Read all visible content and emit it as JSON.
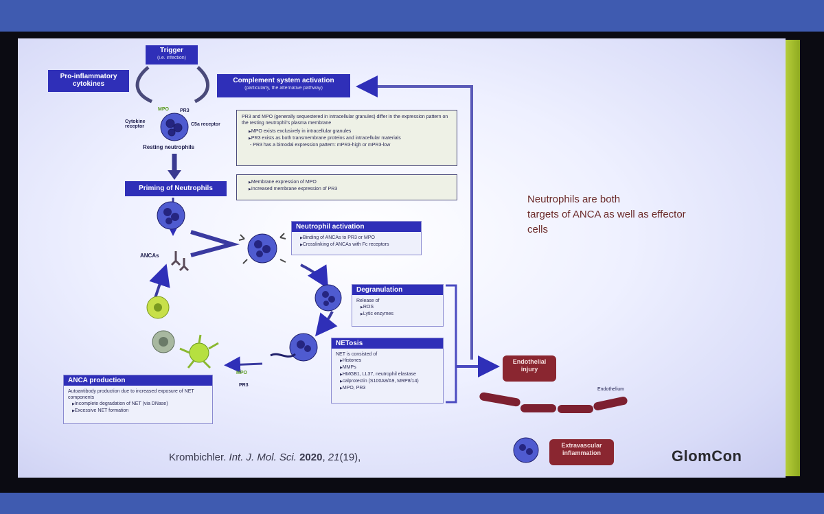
{
  "diagram": {
    "trigger": {
      "title": "Trigger",
      "subtitle": "(i.e. infection)"
    },
    "cytokines": "Pro-inflammatory cytokines",
    "complement": {
      "title": "Complement system activation",
      "subtitle": "(particularly, the alternative pathway)"
    },
    "resting": {
      "mpo": "MPO",
      "pr3": "PR3",
      "cytokine_receptor": "Cytokine receptor",
      "c5a_receptor": "C5a receptor",
      "caption": "Resting neutrophils"
    },
    "info_box_1": {
      "intro": "PR3 and MPO (generally sequestered in intracellular granules) differ in the expression pattern on the resting neutrophil's plasma membrane",
      "items": [
        "MPO exists exclusively in intracellular granules",
        "PR3 exists as both transmembrane proteins and intracellular materials"
      ],
      "sub": "- PR3 has a bimodal expression pattern: mPR3-high or mPR3-low"
    },
    "priming": "Priming of Neutrophils",
    "info_box_2": {
      "items": [
        "Membrane expression of MPO",
        "Increased membrane expression of PR3"
      ]
    },
    "neutrophil_activation": {
      "title": "Neutrophil activation",
      "items": [
        "Binding of ANCAs to PR3 or MPO",
        "Crosslinking of ANCAs with Fc receptors"
      ]
    },
    "ancas_label": "ANCAs",
    "degranulation": {
      "title": "Degranulation",
      "intro": "Release of",
      "items": [
        "ROS",
        "Lytic enzymes"
      ]
    },
    "netosis": {
      "title": "NETosis",
      "intro": "NET is consisted of",
      "items": [
        "Histones",
        "MMPs",
        "HMGB1, LL37, neutrophil elastase",
        "calprotectin (S100A8/A9, MRP8/14)",
        "MPO, PR3"
      ]
    },
    "anca_production": {
      "title": "ANCA production",
      "intro": "Autoantibody production due to increased exposure of NET components",
      "items": [
        "Incomplete degradation of NET (via DNase)",
        "Excessive NET formation"
      ]
    },
    "mpo_pr3_free": {
      "mpo": "MPO",
      "pr3": "PR3"
    },
    "endothelial_injury": "Endothelial injury",
    "endothelium": "Endothelium",
    "extravascular": "Extravascular inflammation"
  },
  "note": {
    "line1": "Neutrophils are both",
    "line2": "targets of ANCA as well as  effector",
    "line3": "cells"
  },
  "citation": {
    "author": "Krombichler.",
    "journal": "Int. J. Mol. Sci.",
    "year": "2020",
    "volume": "21",
    "issue": "(19),"
  },
  "logo": "GlomCon",
  "colors": {
    "navy": "#2f2fb8",
    "brown": "#8a2630",
    "accent_green": "#b7cf3b",
    "note_text": "#6b2a2a"
  }
}
